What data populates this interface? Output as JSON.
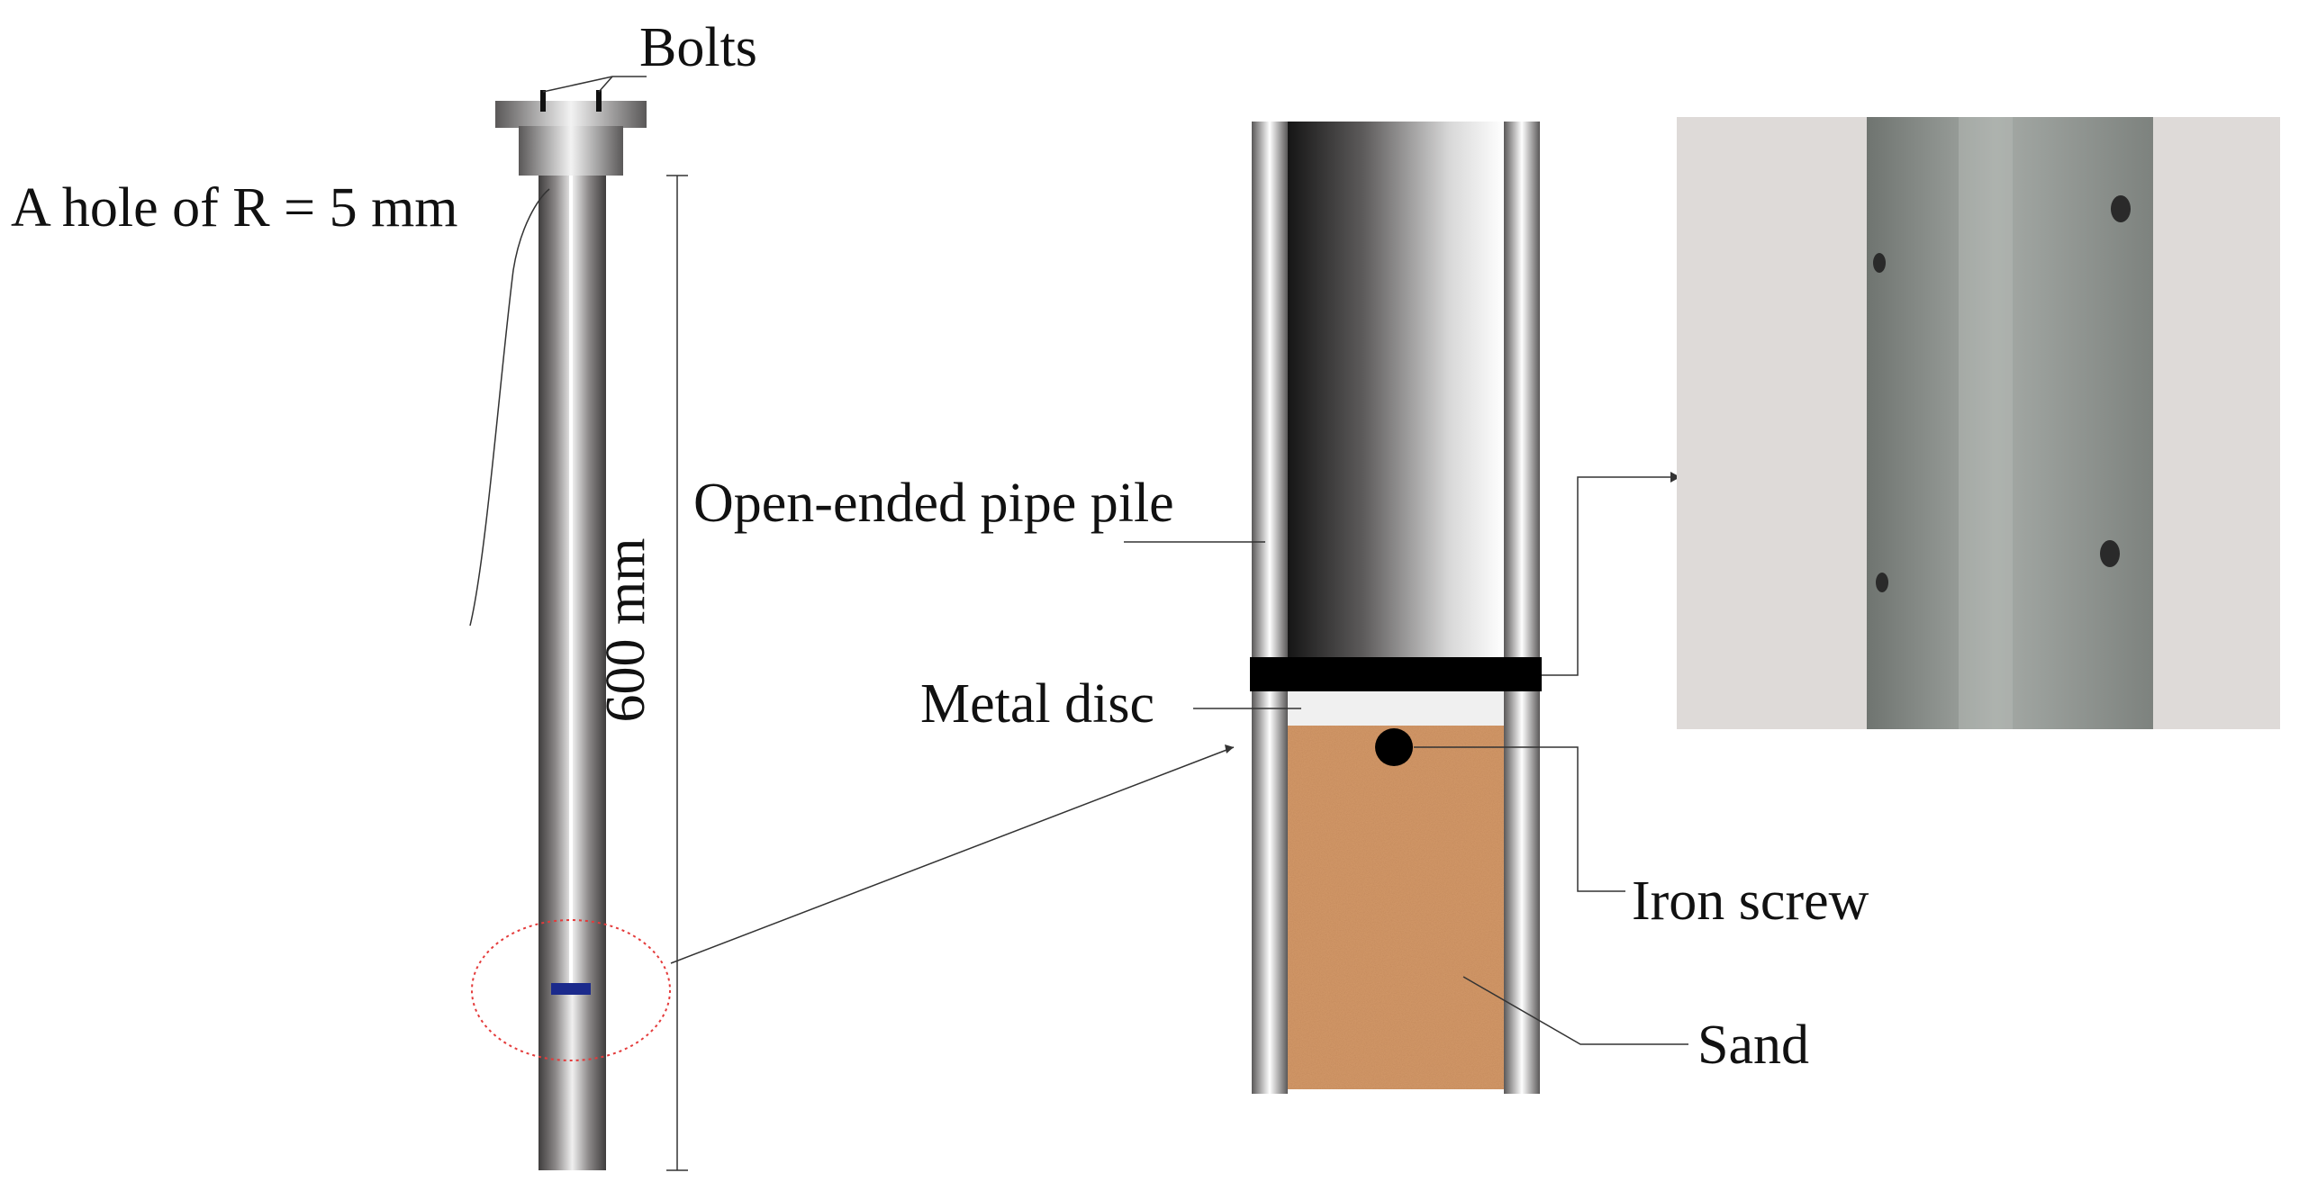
{
  "labels": {
    "bolts": "Bolts",
    "hole": "A hole of R = 5 mm",
    "length": "600 mm",
    "pile": "Open-ended pipe pile",
    "disc": "Metal disc",
    "screw": "Iron screw",
    "sand": "Sand"
  },
  "colors": {
    "steel_dark": "#4a4848",
    "steel_light": "#f2f2f2",
    "disc": "#000000",
    "screw": "#000000",
    "sand": "#d49a6a",
    "detail_circle": "#e43b3b",
    "marker": "#1b2a8c",
    "photo_background": "#dedad8",
    "photo_pipe": "#8f9490"
  }
}
